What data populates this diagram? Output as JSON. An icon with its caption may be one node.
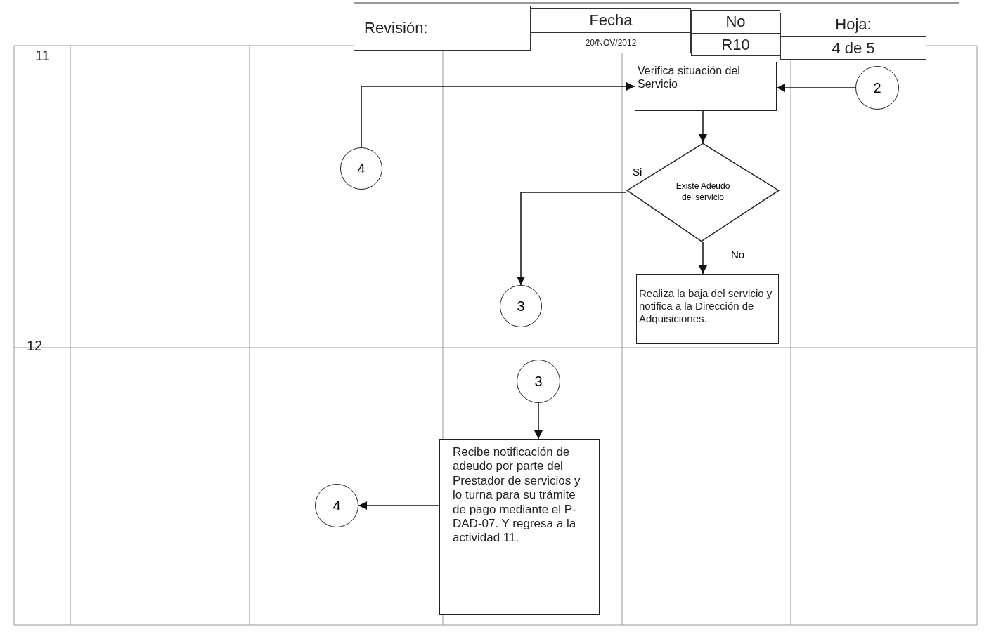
{
  "diagram": {
    "nodes": [
      {
        "text": [
          "Verifica situación del Servicio"
        ]
      },
      {
        "text": [
          "2"
        ]
      },
      {
        "text": [
          "4"
        ]
      },
      {
        "text": [
          "Existe Adeudo del servicio"
        ]
      },
      {
        "text": [
          "3"
        ]
      },
      {
        "text": [
          "Realiza la baja del servicio y notifica a la Dirección de Adquisiciones."
        ]
      },
      {
        "text": [
          "3"
        ]
      },
      {
        "text": [
          "Recibe notificación de adeudo por parte del Prestador de servicios y lo turna para su trámite de pago mediante el P-DAD-07. Y regresa a la actividad 11."
        ]
      },
      {
        "text": [
          "4"
        ]
      }
    ],
    "edges": [
      {
        "from": 2,
        "to": 0,
        "arrow": "to"
      },
      {
        "from": 1,
        "to": 0,
        "arrow": "to"
      },
      {
        "from": 0,
        "to": 3,
        "arrow": "to"
      },
      {
        "from": 3,
        "to": 4,
        "label": "Si",
        "arrow": "to"
      },
      {
        "from": 3,
        "to": 5,
        "label": "No",
        "arrow": "to"
      },
      {
        "from": 6,
        "to": 7,
        "arrow": "to"
      },
      {
        "from": 7,
        "to": 8,
        "arrow": "to"
      }
    ],
    "labels": [
      "Revisión:",
      "Fecha",
      "No",
      "Hoja:",
      "20/NOV/2012",
      "R10",
      "4 de 5",
      "11",
      "12"
    ]
  }
}
